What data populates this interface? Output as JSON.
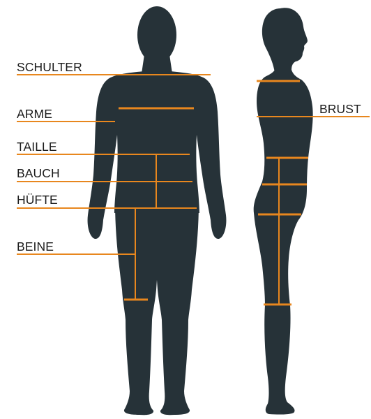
{
  "labels": {
    "shoulder": "SCHULTER",
    "arms": "ARME",
    "waist": "TAILLE",
    "belly": "BAUCH",
    "hip": "HÜFTE",
    "legs": "BEINE",
    "chest": "BRUST"
  },
  "colors": {
    "silhouette": "#263238",
    "measure_line": "#e8871e",
    "label_text": "#1b1b1b",
    "background": "#ffffff"
  }
}
